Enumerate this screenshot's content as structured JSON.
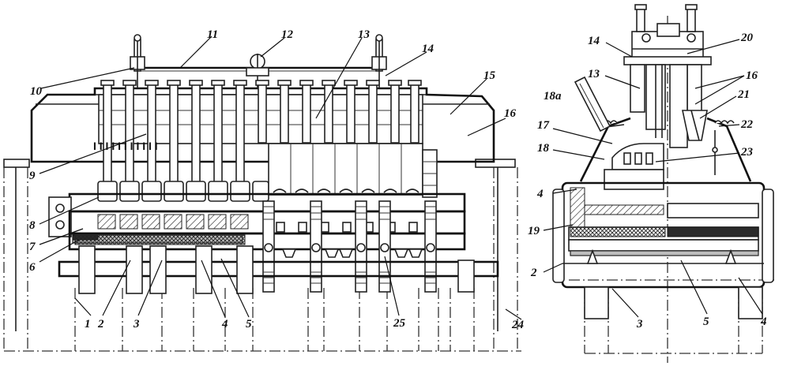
{
  "left_view": {
    "labels": [
      "1",
      "2",
      "3",
      "4",
      "5",
      "6",
      "7",
      "8",
      "9",
      "10",
      "11",
      "12",
      "13",
      "14",
      "15",
      "16",
      "24",
      "25"
    ]
  },
  "right_view": {
    "labels": [
      "14",
      "13",
      "18a",
      "17",
      "18",
      "4",
      "19",
      "2",
      "3",
      "5",
      "4",
      "16",
      "20",
      "21",
      "22",
      "23"
    ]
  }
}
